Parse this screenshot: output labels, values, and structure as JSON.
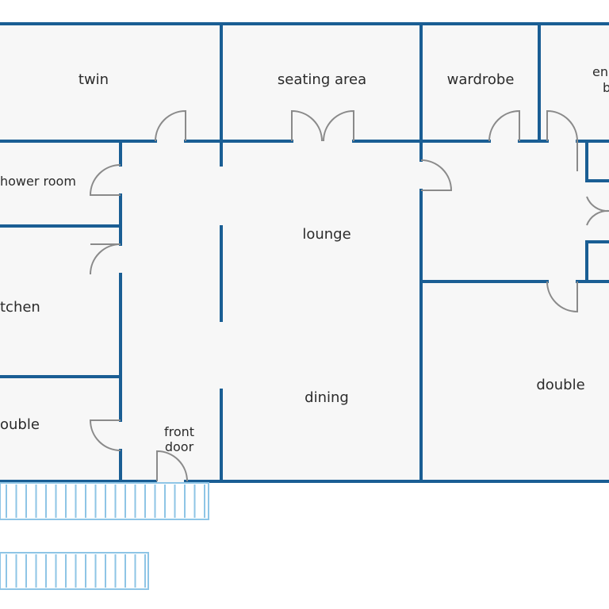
{
  "rooms": {
    "twin": "twin",
    "seating_area": "seating area",
    "wardrobe": "wardrobe",
    "ensuite_line1": "en",
    "ensuite_line2": "b",
    "shower_room": "hower room",
    "kitchen": "tchen",
    "double_left": "ouble",
    "lounge": "lounge",
    "dining": "dining",
    "double_right": "double",
    "front_door_line1": "front",
    "front_door_line2": "door"
  },
  "colors": {
    "wall": "#1a5e94",
    "floor": "#f7f7f7",
    "door": "#8a8a8a",
    "stairs": "#8ec5e6",
    "text": "#2b2b2b"
  }
}
